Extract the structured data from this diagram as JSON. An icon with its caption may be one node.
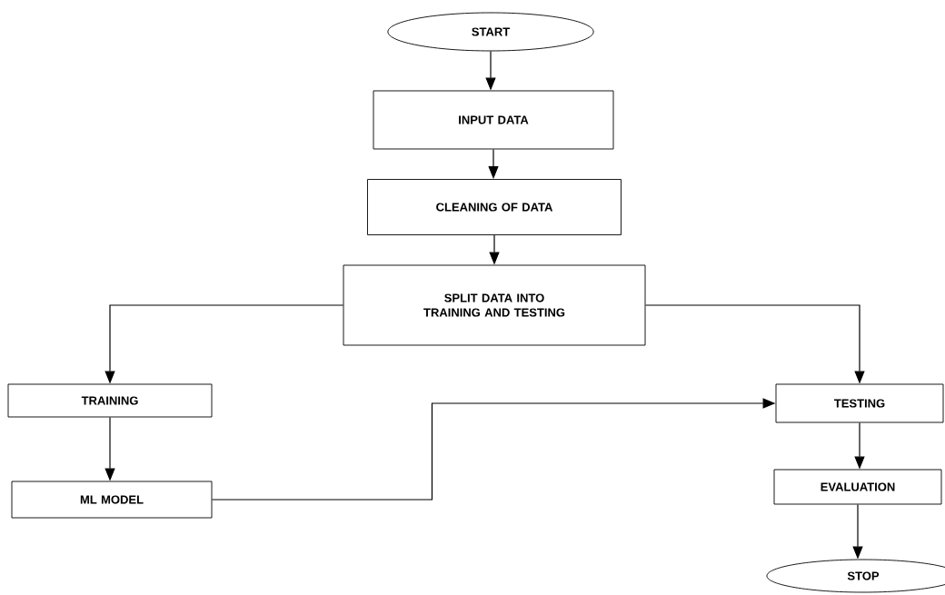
{
  "diagram": {
    "nodes": [
      {
        "text": [
          "START"
        ]
      },
      {
        "text": [
          "INPUT DATA"
        ]
      },
      {
        "text": [
          "CLEANING OF DATA"
        ]
      },
      {
        "text": [
          "SPLIT DATA INTO TRAINING AND TESTING"
        ]
      },
      {
        "text": [
          "TRAINING"
        ]
      },
      {
        "text": [
          "TESTING"
        ]
      },
      {
        "text": [
          "ML MODEL"
        ]
      },
      {
        "text": [
          "EVALUATION"
        ]
      },
      {
        "text": [
          "STOP"
        ]
      }
    ],
    "edges": [
      {
        "from": 0,
        "to": 1,
        "arrow": "to"
      },
      {
        "from": 1,
        "to": 2,
        "arrow": "to"
      },
      {
        "from": 2,
        "to": 3,
        "arrow": "to"
      },
      {
        "from": 3,
        "to": 4,
        "arrow": "to"
      },
      {
        "from": 3,
        "to": 5,
        "arrow": "to"
      },
      {
        "from": 4,
        "to": 6,
        "arrow": "to"
      },
      {
        "from": 6,
        "to": 5,
        "arrow": "to"
      },
      {
        "from": 5,
        "to": 7,
        "arrow": "to"
      },
      {
        "from": 7,
        "to": 8,
        "arrow": "to"
      }
    ]
  }
}
